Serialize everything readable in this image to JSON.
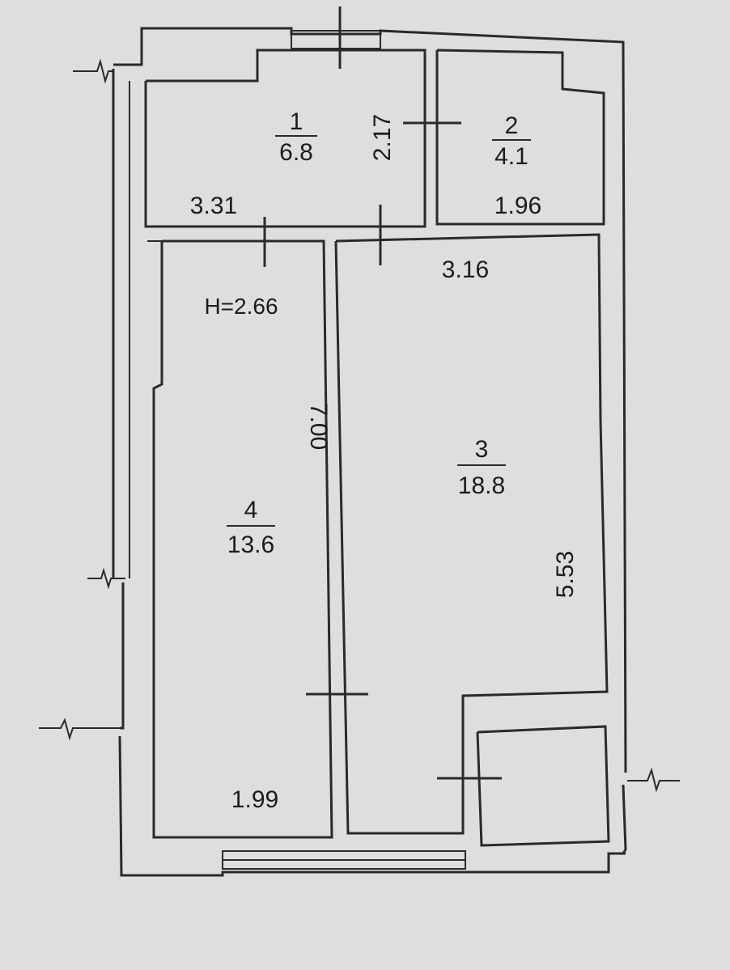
{
  "rooms": [
    {
      "number": "1",
      "area": "6.8"
    },
    {
      "number": "2",
      "area": "4.1"
    },
    {
      "number": "3",
      "area": "18.8"
    },
    {
      "number": "4",
      "area": "13.6"
    }
  ],
  "dimensions": {
    "room1_width": "3.31",
    "room1_height": "2.17",
    "room2_width": "1.96",
    "room3_width": "3.16",
    "room3_length": "5.53",
    "room4_length": "7.00",
    "room4_width": "1.99"
  },
  "ceiling_height": "H=2.66",
  "colors": {
    "paper": "#dcdfdc",
    "lines": "#2a2a2a",
    "text": "#1c1c1c"
  }
}
